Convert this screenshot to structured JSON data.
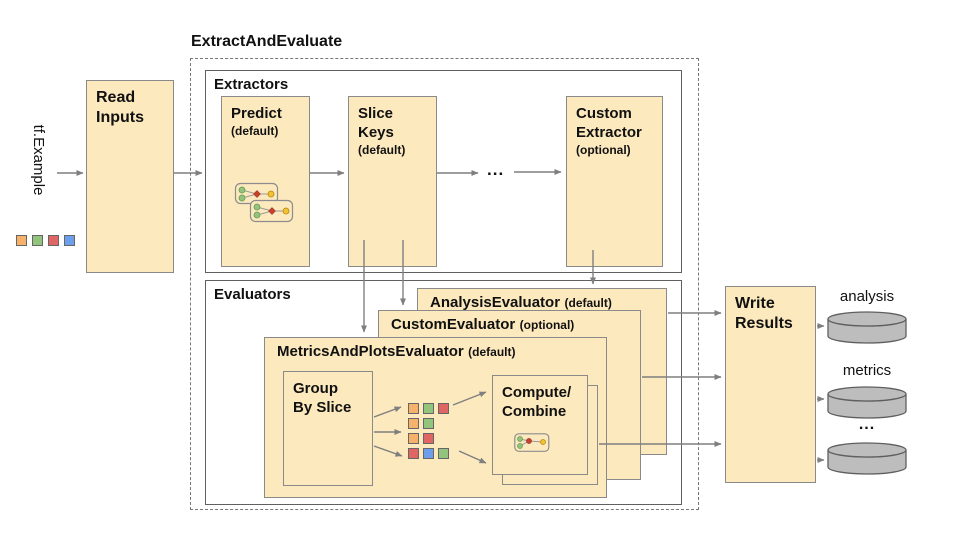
{
  "diagram_title": "ExtractAndEvaluate",
  "colors": {
    "box_fill": "#FCE9BE",
    "box_border": "#8a8a8a",
    "container_border": "#606060",
    "arrow": "#7f7f7f",
    "cylinder_fill": "#bdbdbd",
    "cylinder_stroke": "#5f5f5f",
    "squares": {
      "orange": "#F6B26B",
      "green": "#93C47D",
      "red": "#E06666",
      "blue": "#6D9EEB"
    },
    "node_green": "#93C47D",
    "node_red": "#CC4125",
    "node_yellow": "#F1C232"
  },
  "input": {
    "label": "tf.Example",
    "swatches": [
      "orange",
      "green",
      "red",
      "blue"
    ]
  },
  "read_inputs": {
    "title": "Read\nInputs"
  },
  "extractors": {
    "label": "Extractors",
    "predict": {
      "title": "Predict",
      "qualifier": "(default)"
    },
    "slice_keys": {
      "title": "Slice\nKeys",
      "qualifier": "(default)"
    },
    "custom": {
      "title": "Custom\nExtractor",
      "qualifier": "(optional)"
    },
    "ellipsis": "..."
  },
  "evaluators": {
    "label": "Evaluators",
    "analysis": {
      "title": "AnalysisEvaluator",
      "qualifier": "(default)"
    },
    "custom": {
      "title": "CustomEvaluator",
      "qualifier": "(optional)"
    },
    "metrics_and_plots": {
      "title": "MetricsAndPlotsEvaluator",
      "qualifier": "(default)"
    },
    "group_by_slice": {
      "title": "Group\nBy Slice"
    },
    "compute_combine": {
      "title": "Compute/\nCombine"
    },
    "slice_rows": [
      [
        "orange",
        "green",
        "red"
      ],
      [
        "orange",
        "green"
      ],
      [
        "orange",
        "red"
      ],
      [
        "red",
        "blue",
        "green"
      ]
    ]
  },
  "write_results": {
    "title": "Write\nResults"
  },
  "outputs": {
    "analysis_label": "analysis",
    "metrics_label": "metrics",
    "more_label": "..."
  }
}
